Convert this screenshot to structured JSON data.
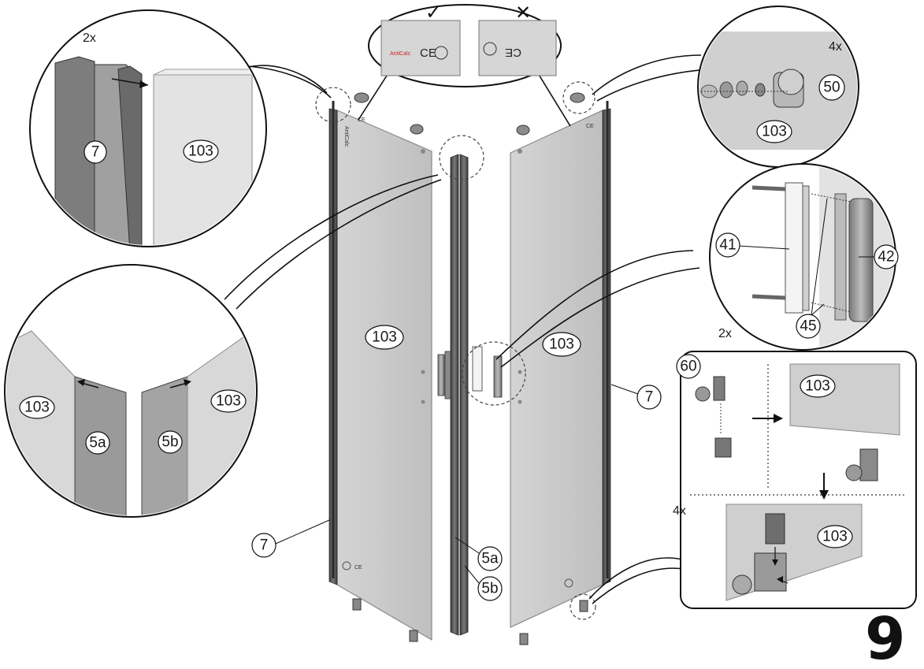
{
  "step_number": "9",
  "quantities": {
    "top_left_detail": "2x",
    "hinge_detail": "4x",
    "handle_detail": "2x",
    "bracket_detail": "4x"
  },
  "marks": {
    "correct": "✓",
    "wrong": "✕"
  },
  "labels": {
    "profile_7": "7",
    "glass_103": "103",
    "part_5a": "5a",
    "part_5b": "5b",
    "part_41": "41",
    "part_42": "42",
    "part_45": "45",
    "part_50": "50",
    "part_60": "60"
  },
  "panel_text": {
    "anticalc": "AntiCalc",
    "ce": "CE"
  },
  "colors": {
    "glass": "#c9c9c9",
    "glass_edge": "#8c8c8c",
    "profile": "#5a5a5a",
    "line": "#111111",
    "accent_red": "#cc2222"
  }
}
